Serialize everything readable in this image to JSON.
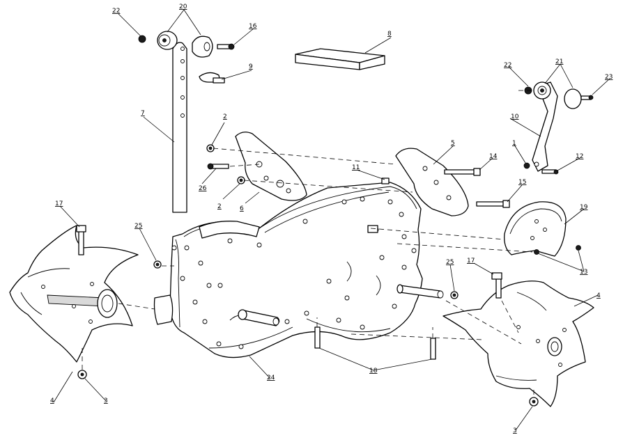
{
  "diagram": {
    "callouts": [
      {
        "id": "c22a",
        "text": "22"
      },
      {
        "id": "c20",
        "text": "20"
      },
      {
        "id": "c16",
        "text": "16"
      },
      {
        "id": "c8",
        "text": "8"
      },
      {
        "id": "c9",
        "text": "9"
      },
      {
        "id": "c7",
        "text": "7"
      },
      {
        "id": "c2a",
        "text": "2"
      },
      {
        "id": "c26",
        "text": "26"
      },
      {
        "id": "c2b",
        "text": "2"
      },
      {
        "id": "c6",
        "text": "6"
      },
      {
        "id": "c11",
        "text": "11"
      },
      {
        "id": "c5",
        "text": "5"
      },
      {
        "id": "c14",
        "text": "14"
      },
      {
        "id": "c15",
        "text": "15"
      },
      {
        "id": "c22b",
        "text": "22"
      },
      {
        "id": "c21",
        "text": "21"
      },
      {
        "id": "c23",
        "text": "23"
      },
      {
        "id": "c10",
        "text": "10"
      },
      {
        "id": "c1",
        "text": "1"
      },
      {
        "id": "c12",
        "text": "12"
      },
      {
        "id": "c19",
        "text": "19"
      },
      {
        "id": "c13",
        "text": "13"
      },
      {
        "id": "c17a",
        "text": "17"
      },
      {
        "id": "c25a",
        "text": "25"
      },
      {
        "id": "c25b",
        "text": "25"
      },
      {
        "id": "c17b",
        "text": "17"
      },
      {
        "id": "c4a",
        "text": "4"
      },
      {
        "id": "c3a",
        "text": "3"
      },
      {
        "id": "c24",
        "text": "24"
      },
      {
        "id": "c18",
        "text": "18"
      },
      {
        "id": "c4b",
        "text": "4"
      },
      {
        "id": "c3b",
        "text": "3"
      }
    ]
  }
}
